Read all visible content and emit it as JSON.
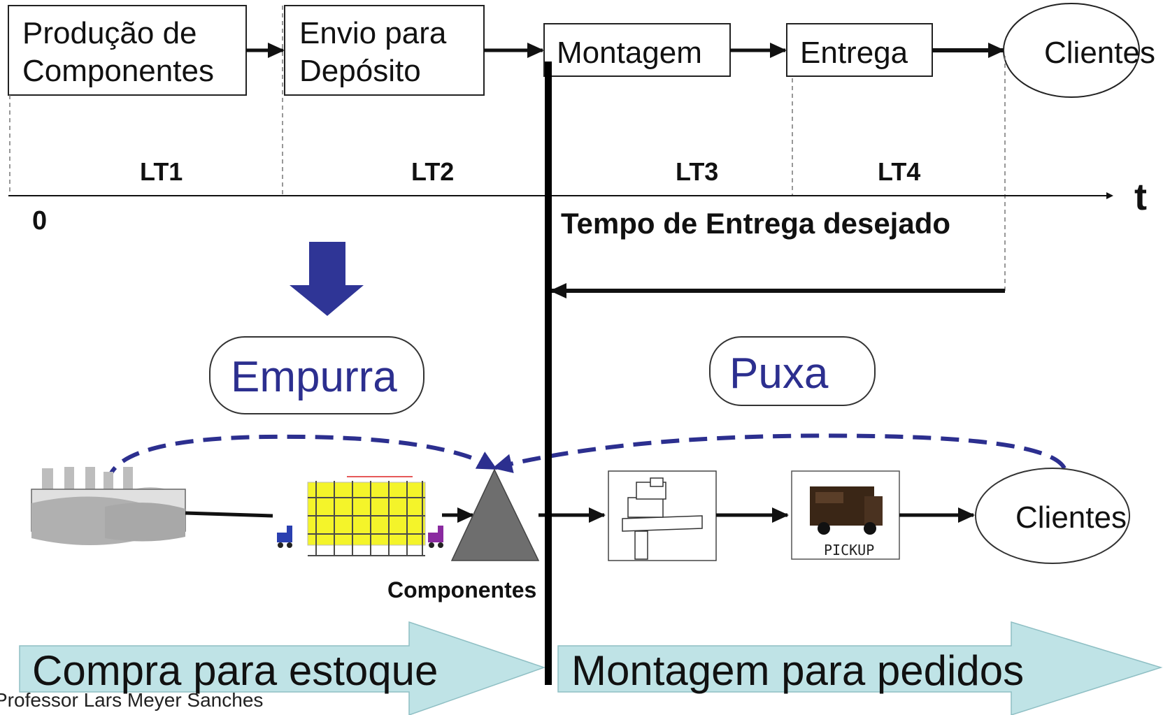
{
  "process": {
    "step1": "Produção de",
    "step1b": "Componentes",
    "step2": "Envio para",
    "step2b": "Depósito",
    "step3": "Montagem",
    "step4": "Entrega",
    "step5": "Clientes"
  },
  "timeline": {
    "lt1": "LT1",
    "lt2": "LT2",
    "lt3": "LT3",
    "lt4": "LT4",
    "axis_label": "t",
    "origin": "0",
    "desired_lead_time": "Tempo de Entrega desejado"
  },
  "strategy": {
    "push": "Empurra",
    "pull": "Puxa"
  },
  "flow": {
    "components_label": "Componentes",
    "customers_label": "Clientes",
    "pickup_text": "PICKUP"
  },
  "bottom": {
    "left_arrow": "Compra para estoque",
    "right_arrow": "Montagem para pedidos",
    "footer": "Professor Lars Meyer Sanches"
  },
  "colors": {
    "accent_blue": "#2c2f8f",
    "arrow_fill": "#bfe3e6",
    "shelf_yellow": "#f4f42a"
  },
  "icons": [
    "factory-icon",
    "warehouse-rack-icon",
    "inventory-triangle-icon",
    "assembly-station-icon",
    "delivery-truck-icon"
  ]
}
